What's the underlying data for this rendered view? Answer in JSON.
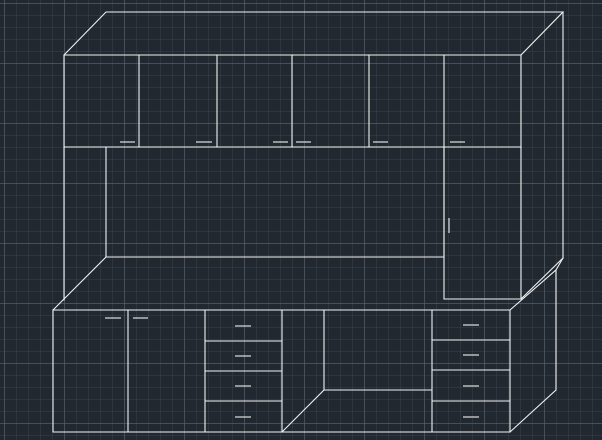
{
  "app": {
    "view": "model-space",
    "grid": true
  },
  "colors": {
    "background": "#212830",
    "major_grid": "#5a6470",
    "minor_grid": "#38404a",
    "linework": "#f2f2f2"
  },
  "drawing": {
    "subject": "wall-unit-cabinet",
    "line_style": "wireframe",
    "upper_cabinet": {
      "door_count": 6
    },
    "lower_cabinet": {
      "left_door_count": 2,
      "left_drawer_stack_count": 4,
      "right_drawer_stack_count": 4,
      "kneehole": true
    },
    "right_tower": {
      "door_count": 1
    }
  }
}
